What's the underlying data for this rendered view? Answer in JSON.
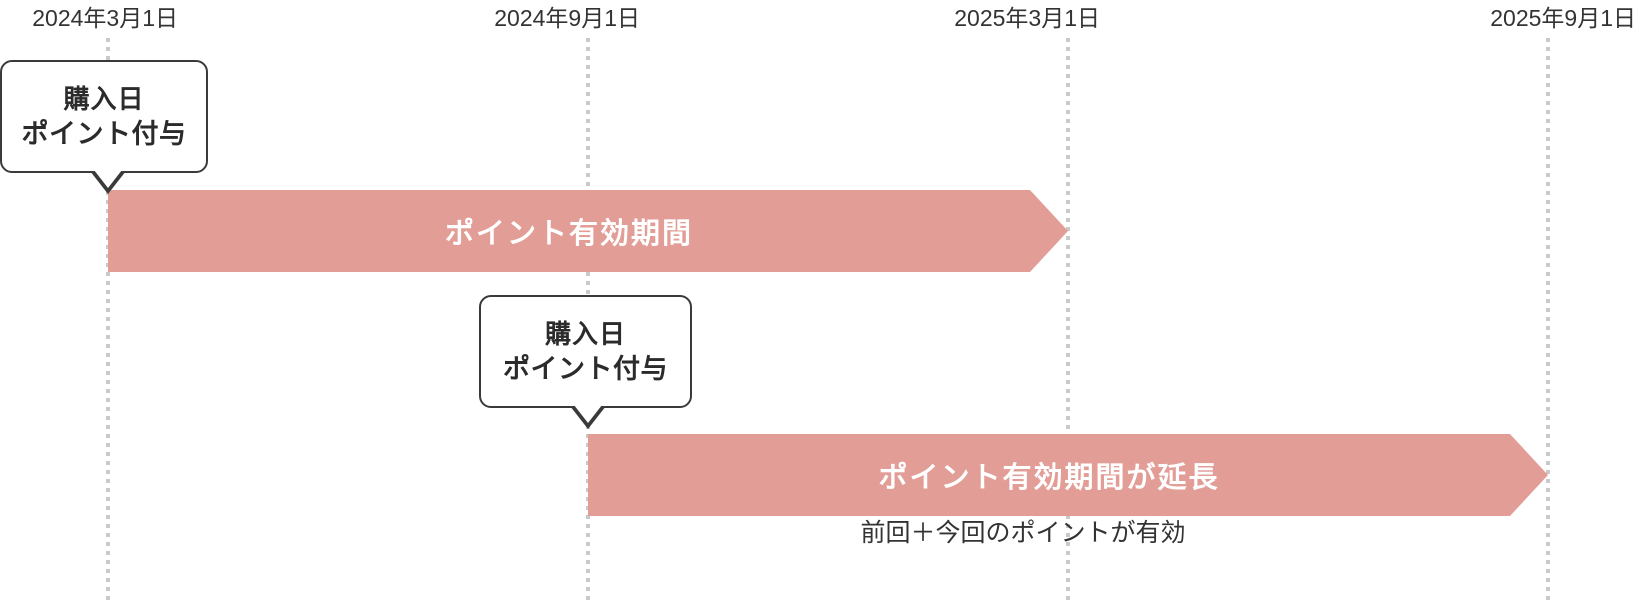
{
  "colors": {
    "bar_fill": "#e29d96",
    "bar_label_text": "#ffffff",
    "guide_line": "#c9c9c9",
    "callout_border": "#3a3a3a",
    "text": "#333333",
    "background": "#ffffff"
  },
  "timeline": {
    "axis_labels": [
      {
        "text": "2024年3月1日"
      },
      {
        "text": "2024年9月1日"
      },
      {
        "text": "2025年3月1日"
      },
      {
        "text": "2025年9月1日"
      }
    ]
  },
  "callouts": [
    {
      "line1": "購入日",
      "line2": "ポイント付与"
    },
    {
      "line1": "購入日",
      "line2": "ポイント付与"
    }
  ],
  "bars": [
    {
      "label": "ポイント有効期間"
    },
    {
      "label": "ポイント有効期間が延長"
    }
  ],
  "caption": {
    "text": "前回＋今回のポイントが有効"
  }
}
